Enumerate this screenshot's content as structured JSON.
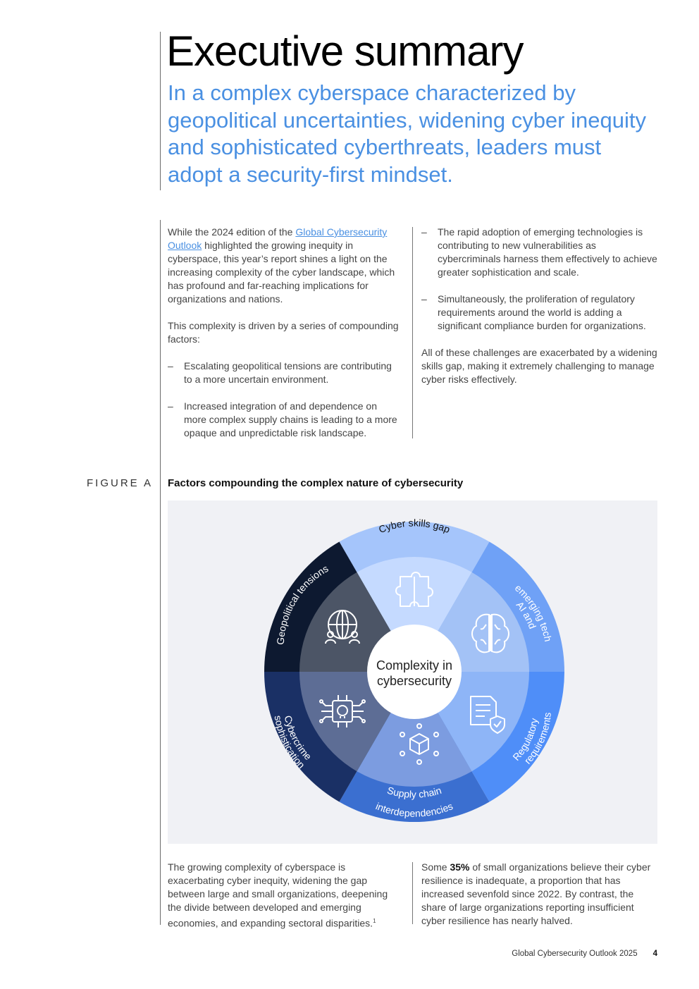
{
  "header": {
    "title": "Executive summary",
    "subtitle": "In a complex cyberspace characterized by geopolitical uncertainties, widening cyber inequity and sophisticated cyberthreats, leaders must adopt a security-first mindset."
  },
  "intro": {
    "p1_before": "While the 2024 edition of the ",
    "p1_link": "Global Cybersecurity Outlook",
    "p1_after": " highlighted the growing inequity in cyberspace, this year’s report shines a light on the increasing complexity of the cyber landscape, which has profound and far-reaching implications for organizations and nations.",
    "p2": "This complexity is driven by a series of compounding factors:",
    "bullets": [
      "Escalating geopolitical tensions are contributing to a more uncertain environment.",
      "Increased integration of and dependence on more complex supply chains is leading to a more opaque and unpredictable risk landscape.",
      "The rapid adoption of emerging technologies is contributing to new vulnerabilities as cybercriminals harness them effectively to achieve greater sophistication and scale.",
      "Simultaneously, the proliferation of regulatory requirements around the world is adding a significant compliance burden for organizations."
    ],
    "p3": "All of these challenges are exacerbated by a widening skills gap, making it extremely challenging to manage cyber risks effectively."
  },
  "figure": {
    "label": "FIGURE A",
    "title": "Factors compounding the complex nature of cybersecurity",
    "center_line1": "Complexity in",
    "center_line2": "cybersecurity",
    "segments": {
      "skills": "Cyber skills gap",
      "ai_line1": "AI and",
      "ai_line2": "emerging tech",
      "reg_line1": "Regulatory",
      "reg_line2": "requirements",
      "supply_line1": "Supply chain",
      "supply_line2": "interdependencies",
      "crime_line1": "Cybercrime",
      "crime_line2": "sophistication",
      "geo": "Geopolitical tensions"
    },
    "icons": [
      "puzzle-icon",
      "brain-icon",
      "compliance-document-icon",
      "network-cube-icon",
      "chip-skull-icon",
      "globe-people-icon"
    ],
    "colors": {
      "skills_outer": "#a5c5fb",
      "skills_inner": "#c5daff",
      "ai_outer": "#6fa1f6",
      "ai_inner": "#a3c2f6",
      "reg_outer": "#4f8ef8",
      "reg_inner": "#8eb5f7",
      "supply_outer": "#3b6fd0",
      "supply_inner": "#7c9ce0",
      "crime_outer": "#1a3065",
      "crime_inner": "#5d6d95",
      "geo_outer": "#0d1930",
      "geo_inner": "#4c5566"
    }
  },
  "bottom": {
    "left": "The growing complexity of cyberspace is exacerbating cyber inequity, widening the gap between large and small organizations, deepening the divide between developed and emerging economies, and expanding sectoral disparities.",
    "left_footnote": "1",
    "right_before": "Some ",
    "right_bold": "35%",
    "right_after": " of small organizations believe their cyber resilience is inadequate, a proportion that has increased sevenfold since 2022. By contrast, the share of large organizations reporting insufficient cyber resilience has nearly halved."
  },
  "footer": {
    "publication": "Global Cybersecurity Outlook 2025",
    "page": "4"
  }
}
